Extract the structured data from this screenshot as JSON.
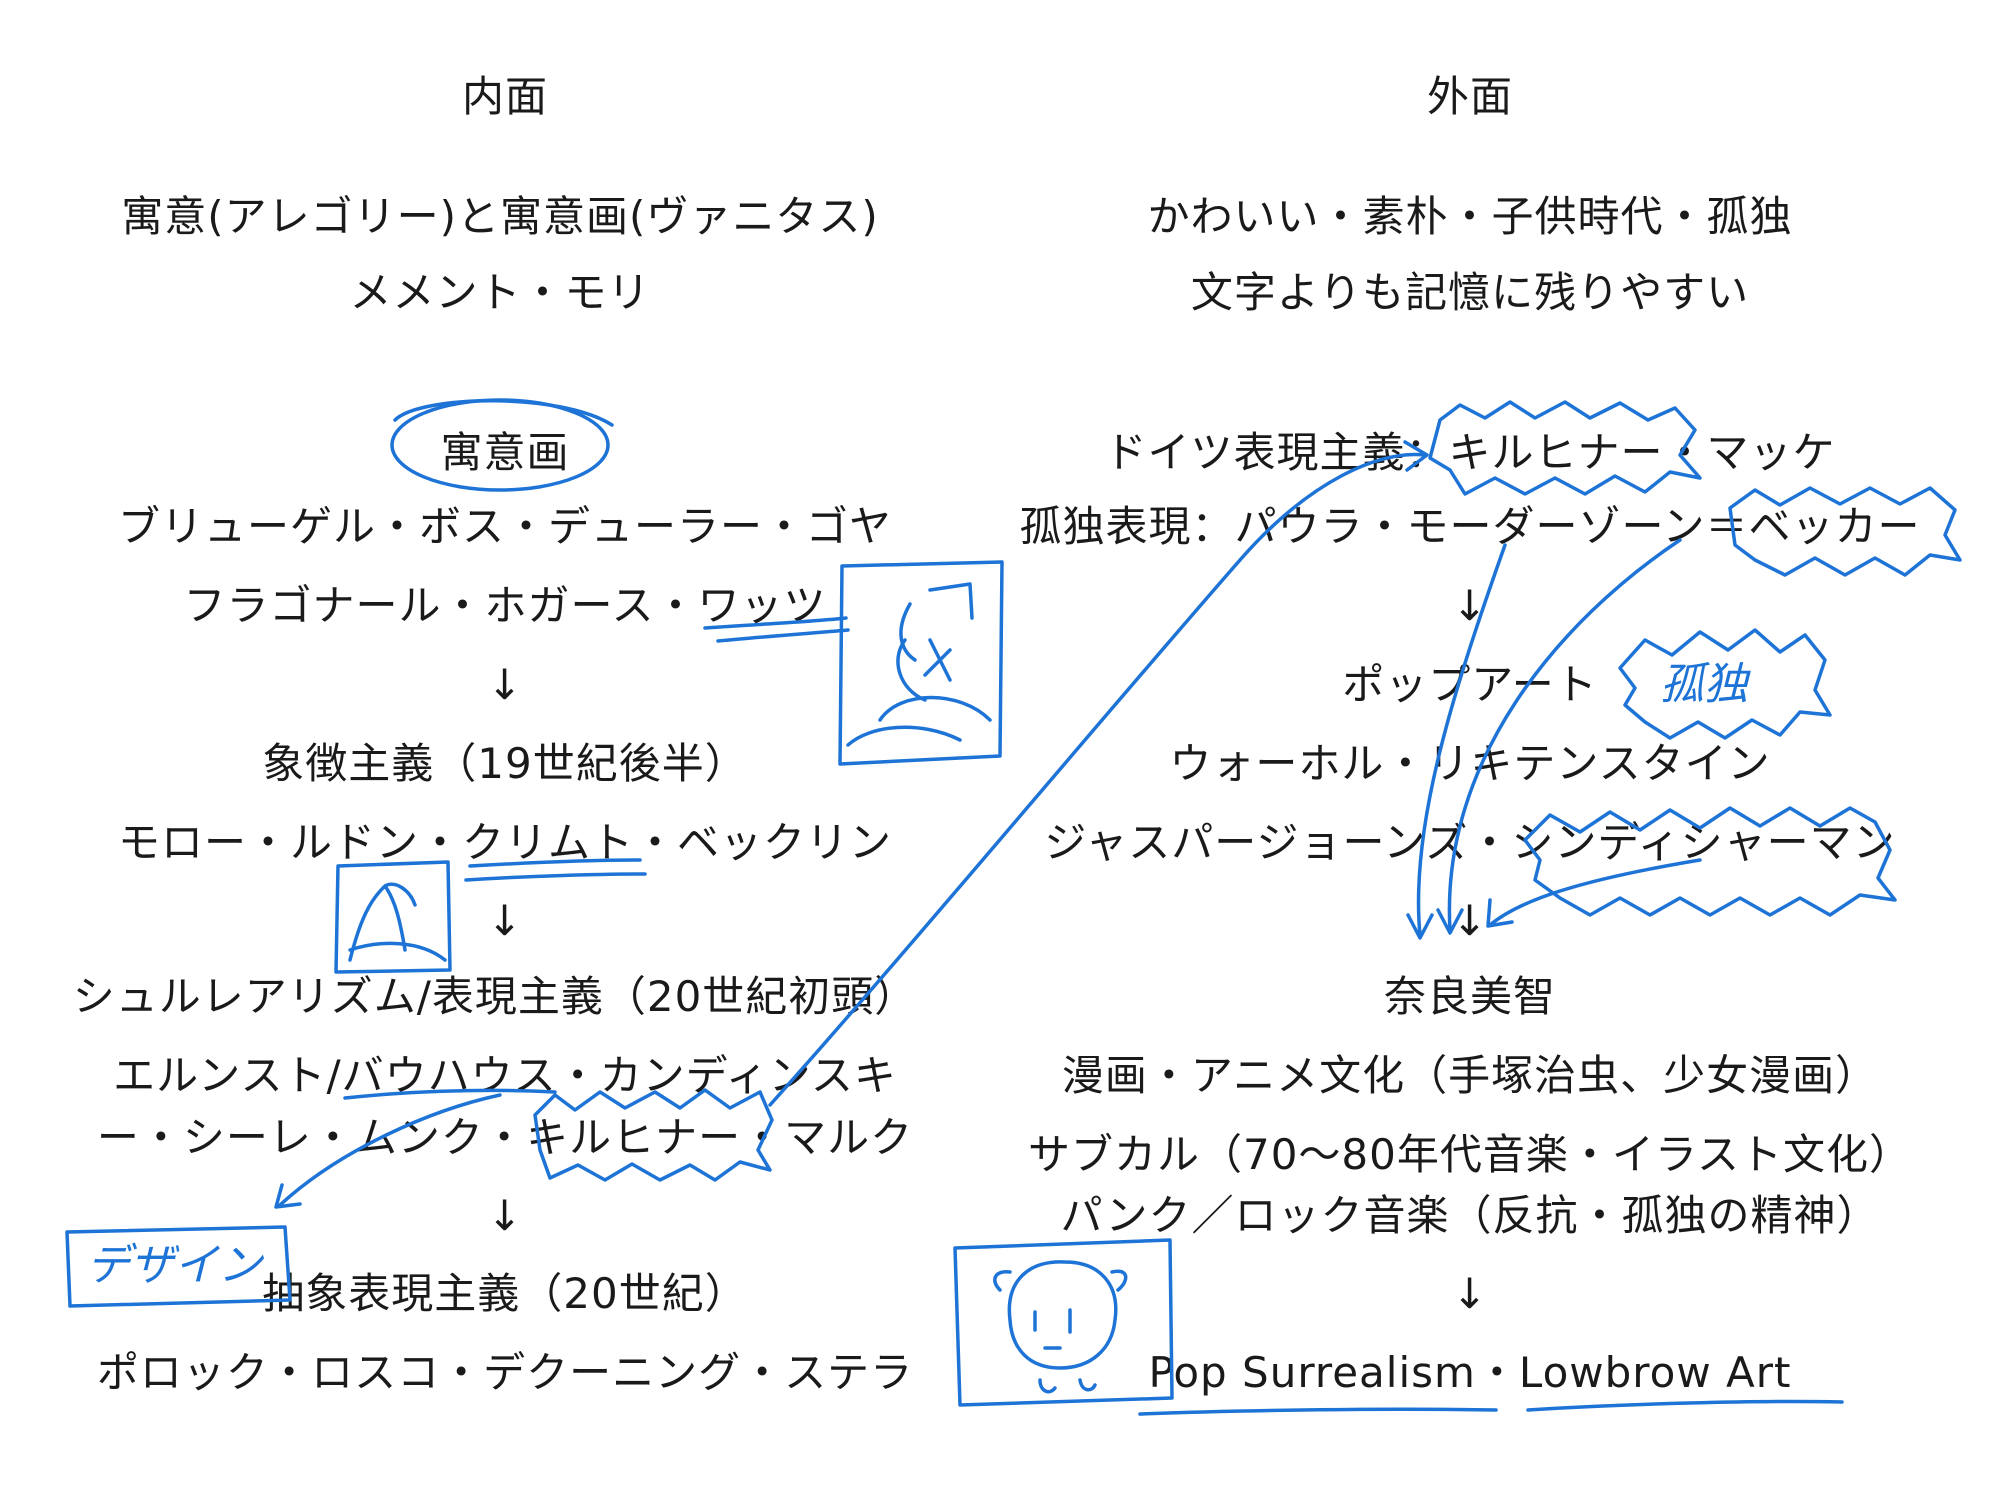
{
  "left": {
    "heading": "内面",
    "lines": [
      "寓意(アレゴリー)と寓意画(ヴァニタス)",
      "メメント・モリ",
      "寓意画",
      "ブリューゲル・ボス・デューラー・ゴヤ",
      "フラゴナール・ホガース・ワッツ",
      "↓",
      "象徴主義（19世紀後半）",
      "モロー・ルドン・クリムト・ベックリン",
      "↓",
      "シュルレアリズム/表現主義（20世紀初頭）",
      "エルンスト/バウハウス・カンディンスキ",
      "ー・シーレ・ムンク・キルヒナー・マルク",
      "↓",
      "抽象表現主義（20世紀）",
      "ポロック・ロスコ・デクーニング・ステラ"
    ]
  },
  "right": {
    "heading": "外面",
    "lines": [
      "かわいい・素朴・子供時代・孤独",
      "文字よりも記憶に残りやすい",
      "ドイツ表現主義：キルヒナー・マッケ",
      "孤独表現：パウラ・モーダーゾーン＝ベッカー",
      "↓",
      "ポップアート",
      "ウォーホル・リキテンスタイン",
      "ジャスパージョーンズ・シンディシャーマン",
      "↓",
      "奈良美智",
      "漫画・アニメ文化（手塚治虫、少女漫画）",
      "サブカル（70〜80年代音楽・イラスト文化）",
      "パンク／ロック音楽（反抗・孤独の精神）",
      "↓",
      "Pop Surrealism・Lowbrow Art"
    ]
  },
  "handwriting": {
    "solitude": "孤独",
    "design": "デザイン"
  },
  "ink_color": "#1e74d6"
}
